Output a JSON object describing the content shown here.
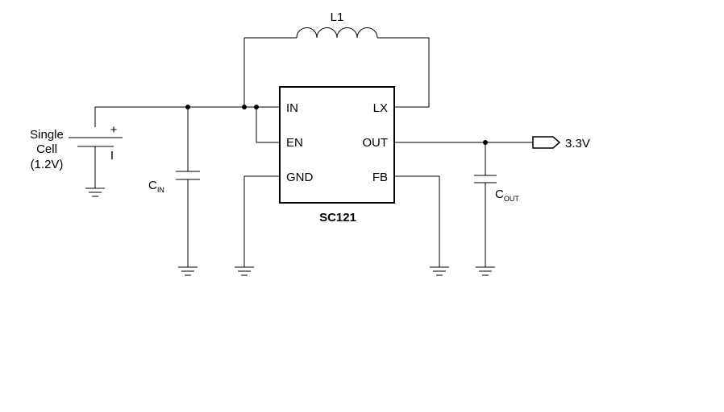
{
  "components": {
    "inductor": {
      "label": "L1"
    },
    "ic": {
      "name": "SC121",
      "pins": {
        "in": "IN",
        "en": "EN",
        "gnd": "GND",
        "lx": "LX",
        "out": "OUT",
        "fb": "FB"
      }
    },
    "battery": {
      "label_lines": [
        "Single",
        "Cell",
        "(1.2V)"
      ],
      "plus": "+",
      "minus": "I"
    },
    "cin": {
      "main": "C",
      "sub": "IN"
    },
    "cout": {
      "main": "C",
      "sub": "OUT"
    },
    "output": {
      "label": "3.3V"
    }
  }
}
